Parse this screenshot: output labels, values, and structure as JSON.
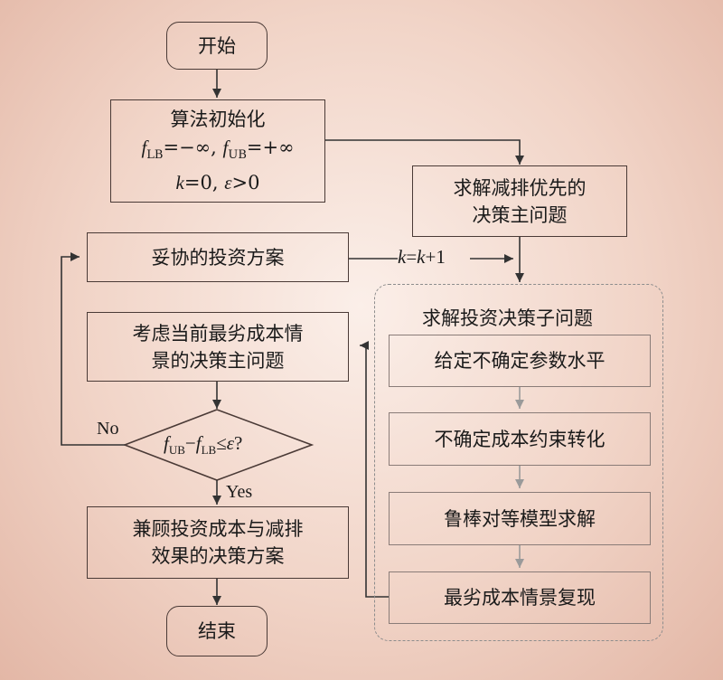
{
  "nodes": {
    "start": "开始",
    "init": {
      "title": "算法初始化",
      "f_lb": "f",
      "f_lb_sub": "LB",
      "f_lb_val": "=−∞, ",
      "f_ub": "f",
      "f_ub_sub": "UB",
      "f_ub_val": "=+∞",
      "k": "k",
      "k_val": "=0, ",
      "eps": "ε",
      "eps_val": ">0"
    },
    "emission_master": {
      "line1": "求解减排优先的",
      "line2": "决策主问题"
    },
    "compromise": "妥协的投资方案",
    "worst_master": {
      "line1": "考虑当前最劣成本情",
      "line2": "景的决策主问题"
    },
    "decision": {
      "f_ub": "f",
      "f_ub_sub": "UB",
      "minus": "−",
      "f_lb": "f",
      "f_lb_sub": "LB",
      "leq": "≤",
      "eps": "ε",
      "q": "?"
    },
    "final": {
      "line1": "兼顾投资成本与减排",
      "line2": "效果的决策方案"
    },
    "end": "结束",
    "subproblem": {
      "title": "求解投资决策子问题",
      "steps": [
        "给定不确定参数水平",
        "不确定成本约束转化",
        "鲁棒对等模型求解",
        "最劣成本情景复现"
      ]
    }
  },
  "edge_labels": {
    "no": "No",
    "yes": "Yes",
    "k_update": {
      "k": "k",
      "eq": "=",
      "k2": "k",
      "plus": "+1"
    }
  }
}
